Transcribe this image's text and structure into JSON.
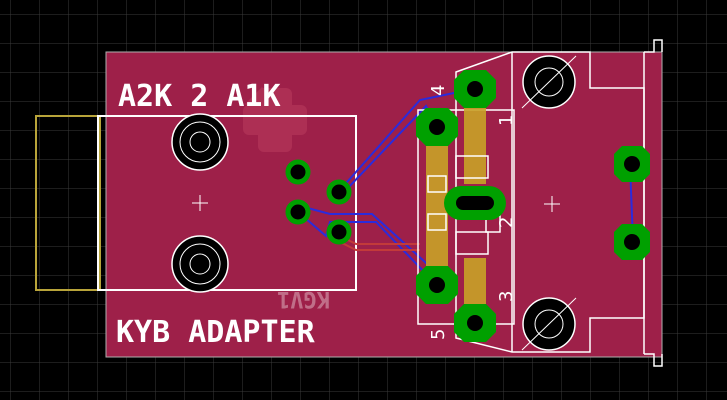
{
  "board": {
    "title_top": "A2K 2 A1K",
    "title_bottom": "KYB ADAPTER",
    "mirrored_text": "KGV1",
    "pin_labels": [
      "4",
      "1",
      "2",
      "3",
      "5"
    ]
  },
  "colors": {
    "background": "#000000",
    "grid": "#3a3a3a",
    "board_fill": "#9e2049",
    "silkscreen": "#ffffff",
    "top_trace": "#2b2bdc",
    "bottom_trace": "#c23a3a",
    "pad_copper": "#00a000",
    "pad_gold": "#c9a227",
    "outline_yellow": "#b8a43a"
  }
}
